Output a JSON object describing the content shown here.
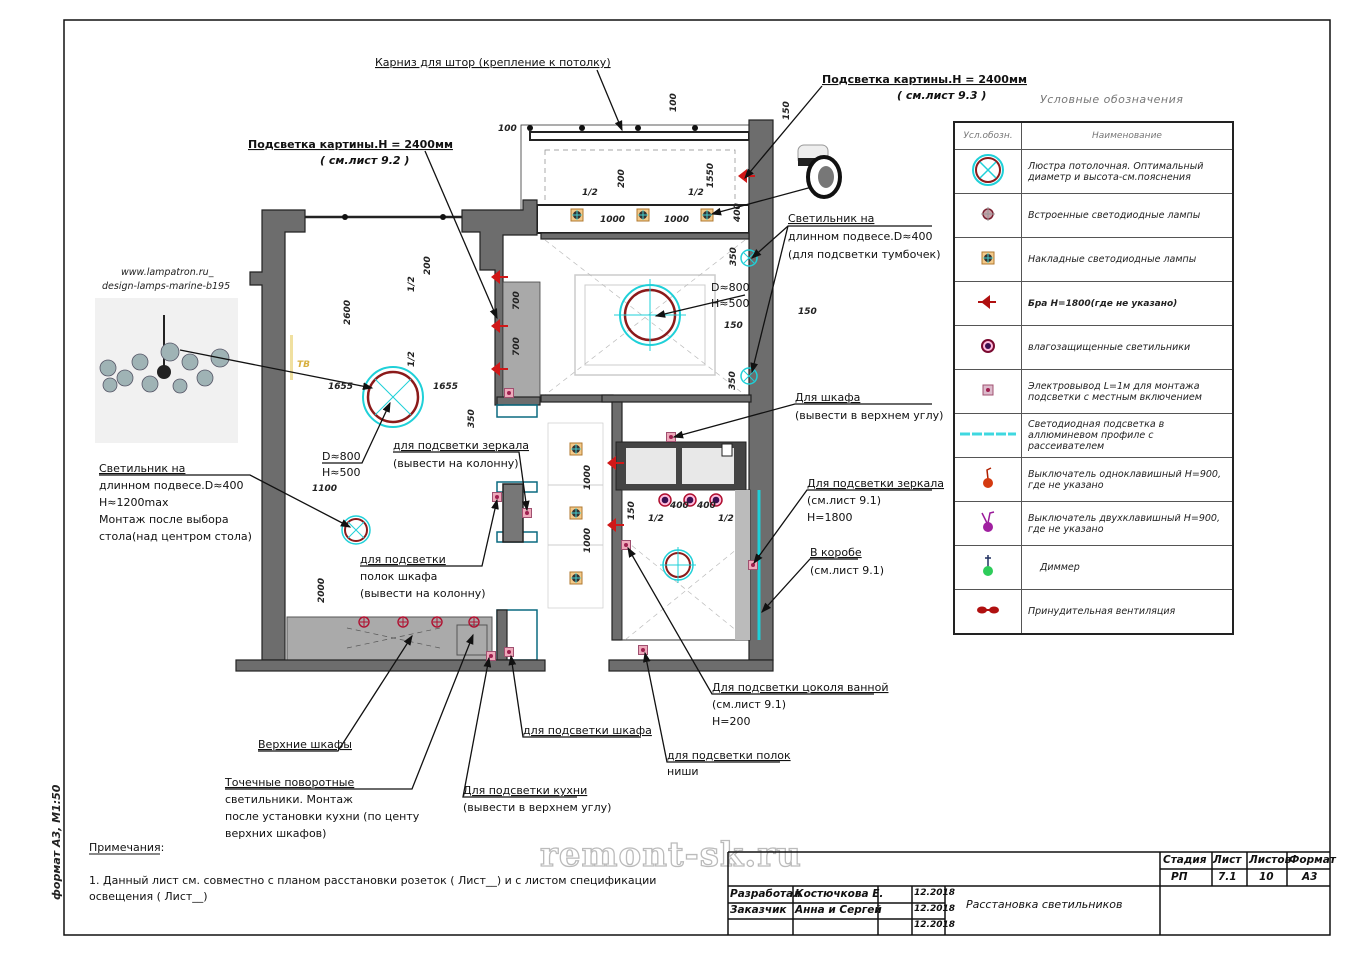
{
  "sheet": {
    "format_label": "формат А3, М1:50"
  },
  "watermark": "remont-sk.ru",
  "callouts": {
    "curtain": [
      "Карниз для штор (крепление к потолку)"
    ],
    "picture_light_left": [
      "Подсветка картины.H = 2400мм",
      "( см.лист 9.2 )"
    ],
    "picture_light_right": [
      "Подсветка картины.H = 2400мм",
      "( см.лист 9.3 )"
    ],
    "pendant_right": [
      "Светильник на",
      "длинном подвесе.D≈400",
      "(для подсветки тумбочек)"
    ],
    "living_chandelier": [
      "D≈800",
      "H≈500"
    ],
    "bedroom_chandelier": [
      "D≈800",
      "H≈500"
    ],
    "pendant_left": [
      "Светильник на",
      "длинном подвесе.D≈400",
      "H≈1200max",
      "Монтаж после выбора",
      "стола(над центром стола)"
    ],
    "mirror_light": [
      "для подсветки зеркала",
      "(вывести на колонну)"
    ],
    "shelf_light": [
      "для подсветки",
      "полок шкафа",
      "(вывести на колонну)"
    ],
    "wardrobe": [
      "Для шкафа",
      "(вывести в верхнем углу)"
    ],
    "bath_mirror": [
      "Для подсветки зеркала",
      "(см.лист 9.1)",
      "H=1800"
    ],
    "in_box": [
      "В коробе",
      "(см.лист 9.1)"
    ],
    "bath_plinth": [
      "Для подсветки цоколя ванной",
      "(см.лист 9.1)",
      "H=200"
    ],
    "cabinet_light": [
      "для подсветки шкафа"
    ],
    "niche_shelves": [
      "для подсветки полок",
      "ниши"
    ],
    "upper_cabinets": [
      "Верхние шкафы"
    ],
    "spot_lights": [
      "Точечные поворотные",
      "светильники. Монтаж",
      "после установки кухни (по центу",
      "верхних шкафов)"
    ],
    "kitchen_light": [
      "Для подсветки кухни",
      "(вывести в верхнем углу)"
    ]
  },
  "lamp_reference": [
    "www.lampatron.ru_",
    "design-lamps-marine-b195"
  ],
  "plan_labels": {
    "tv": "ТВ"
  },
  "dimensions": [
    "100",
    "100",
    "150",
    "1/2",
    "200",
    "1/2",
    "1550",
    "1000",
    "1000",
    "400",
    "2600",
    "200",
    "1/2",
    "1/2",
    "700",
    "700",
    "1655",
    "1655",
    "350",
    "150",
    "350",
    "150",
    "350",
    "1100",
    "2000",
    "1000",
    "1000",
    "150",
    "1/2",
    "400",
    "400",
    "1/2"
  ],
  "legend": {
    "title": "Условные обозначения",
    "col_symbol": "Усл.обозн.",
    "col_name": "Наименование",
    "items": [
      {
        "icon": "ceiling-chandelier-icon",
        "text": "Люстра потолочная. Оптимальный диаметр и высота-см.пояснения"
      },
      {
        "icon": "recessed-led-icon",
        "text": "Встроенные светодиодные лампы"
      },
      {
        "icon": "surface-led-icon",
        "text": "Накладные светодиодные лампы"
      },
      {
        "icon": "wall-sconce-icon",
        "text": "Бра   H=1800(где не указано)"
      },
      {
        "icon": "waterproof-light-icon",
        "text": "влагозащищенные светильники"
      },
      {
        "icon": "electrical-outlet-icon",
        "text": "Электровывод L=1м для монтажа подсветки с местным включением"
      },
      {
        "icon": "led-strip-icon",
        "text": "Светодиодная подсветка в аллюминевом профиле с рассеивателем"
      },
      {
        "icon": "single-switch-icon",
        "text": "Выключатель одноклавишный H=900, где не указано"
      },
      {
        "icon": "double-switch-icon",
        "text": "Выключатель двухклавишный H=900, где не указано"
      },
      {
        "icon": "dimmer-icon",
        "text": "Диммер"
      },
      {
        "icon": "ventilation-icon",
        "text": "Принудительная вентиляция"
      }
    ]
  },
  "notes": {
    "title": "Примечания:",
    "lines": [
      "1. Данный лист см. совместно с планом расстановки розеток ( Лист__) и с листом спецификации",
      "освещения ( Лист__)"
    ]
  },
  "title_block": {
    "stage_label": "Стадия",
    "sheet_label": "Лист",
    "sheets_label": "Листов",
    "format_label": "Формат",
    "stage": "РП",
    "sheet": "7.1",
    "sheets": "10",
    "format": "А3",
    "developer_role": "Разработал",
    "developer_name": "Костючкова Е.",
    "developer_date": "12.2018",
    "client_role": "Заказчик",
    "client_name": "Анна и Сергей",
    "client_date": "12.2018",
    "extra_date": "12.2018",
    "drawing_title": "Расстановка светильников"
  },
  "colors": {
    "wall": "#6d6d6d",
    "cyan": "#1fd0d8",
    "red": "#c0141c",
    "dark_red": "#8b1a1a"
  }
}
